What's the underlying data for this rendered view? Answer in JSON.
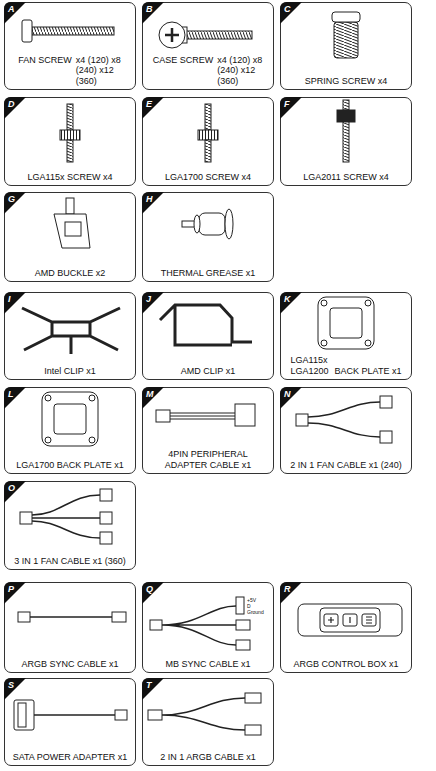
{
  "diagram": {
    "nodes": [
      {
        "text": [
          "A",
          "FAN SCREW",
          "x4 (120) x8 (240) x12 (360)"
        ]
      },
      {
        "text": [
          "B",
          "CASE SCREW",
          "x4 (120) x8 (240) x12 (360)"
        ]
      },
      {
        "text": [
          "C",
          "SPRING SCREW x4"
        ]
      },
      {
        "text": [
          "D",
          "LGA115x SCREW x4"
        ]
      },
      {
        "text": [
          "E",
          "LGA1700 SCREW x4"
        ]
      },
      {
        "text": [
          "F",
          "LGA2011 SCREW x4"
        ]
      },
      {
        "text": [
          "G",
          "AMD BUCKLE x2"
        ]
      },
      {
        "text": [
          "H",
          "THERMAL GREASE x1"
        ]
      },
      {
        "text": [
          "I",
          "Intel CLIP x1"
        ]
      },
      {
        "text": [
          "J",
          "AMD CLIP x1"
        ]
      },
      {
        "text": [
          "K",
          "LGA115x LGA1200",
          "BACK PLATE x1"
        ]
      },
      {
        "text": [
          "L",
          "LGA1700 BACK PLATE x1"
        ]
      },
      {
        "text": [
          "M",
          "4PIN PERIPHERAL ADAPTER CABLE x1"
        ]
      },
      {
        "text": [
          "N",
          "2 IN 1 FAN CABLE x1 (240)"
        ]
      },
      {
        "text": [
          "O",
          "3 IN 1 FAN CABLE x1 (360)"
        ]
      },
      {
        "text": [
          "P",
          "ARGB SYNC CABLE x1"
        ]
      },
      {
        "text": [
          "Q",
          "MB SYNC CABLE x1"
        ]
      },
      {
        "text": [
          "R",
          "ARGB CONTROL BOX x1"
        ]
      },
      {
        "text": [
          "S",
          "SATA POWER ADAPTER x1"
        ]
      },
      {
        "text": [
          "T",
          "2 IN 1 ARGB CABLE x1"
        ]
      }
    ],
    "labels": [
      "+5V",
      "D",
      "Ground"
    ]
  }
}
